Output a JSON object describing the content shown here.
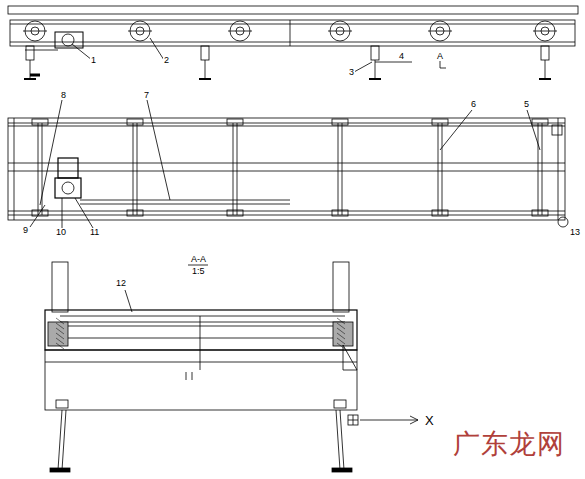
{
  "diagram": {
    "labels": [
      "1",
      "2",
      "3",
      "4",
      "A",
      "8",
      "7",
      "6",
      "5",
      "9",
      "10",
      "11",
      "13",
      "A-A",
      "1:5",
      "12",
      "X",
      "广东龙网"
    ]
  }
}
